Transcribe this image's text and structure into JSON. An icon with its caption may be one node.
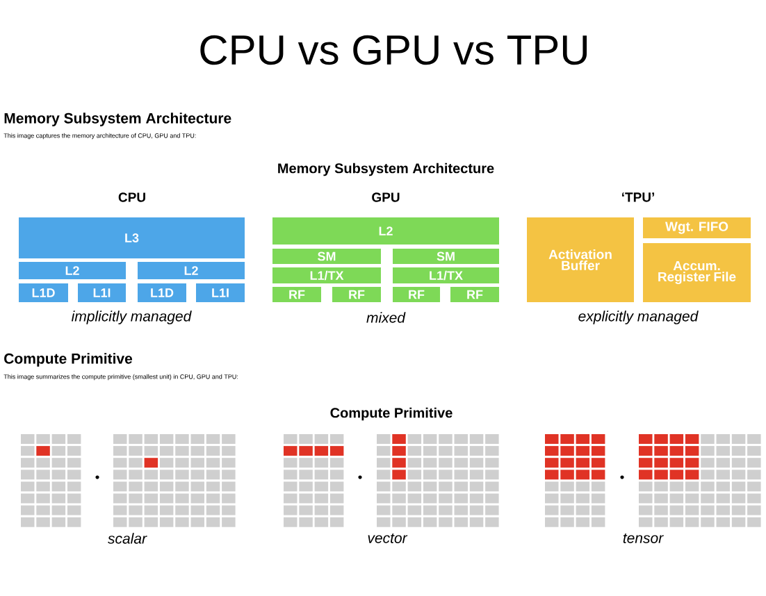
{
  "diagram": {
    "title": "CPU vs GPU vs TPU",
    "nodes": [
      {
        "text": [
          "L3"
        ]
      },
      {
        "text": [
          "L2"
        ]
      },
      {
        "text": [
          "L2"
        ]
      },
      {
        "text": [
          "L1D"
        ]
      },
      {
        "text": [
          "L1I"
        ]
      },
      {
        "text": [
          "L1D"
        ]
      },
      {
        "text": [
          "L1I"
        ]
      },
      {
        "text": [
          "L2"
        ]
      },
      {
        "text": [
          "SM"
        ]
      },
      {
        "text": [
          "SM"
        ]
      },
      {
        "text": [
          "L1/TX"
        ]
      },
      {
        "text": [
          "L1/TX"
        ]
      },
      {
        "text": [
          "RF"
        ]
      },
      {
        "text": [
          "RF"
        ]
      },
      {
        "text": [
          "RF"
        ]
      },
      {
        "text": [
          "RF"
        ]
      },
      {
        "text": [
          "Activation Buffer"
        ]
      },
      {
        "text": [
          "Wgt. FIFO"
        ]
      },
      {
        "text": [
          "Accum. Register File"
        ]
      }
    ],
    "labels": [
      "Memory Subsystem Architecture",
      "This image captures the memory architecture of CPU, GPU and TPU:",
      "Memory Subsystem Architecture",
      "CPU",
      "GPU",
      "‘TPU’",
      "implicitly managed",
      "mixed",
      "explicitly managed",
      "Compute Primitive",
      "This image summarizes the compute primitive (smallest unit) in CPU, GPU and TPU:",
      "Compute Primitive",
      "scalar",
      "vector",
      "tensor"
    ]
  }
}
